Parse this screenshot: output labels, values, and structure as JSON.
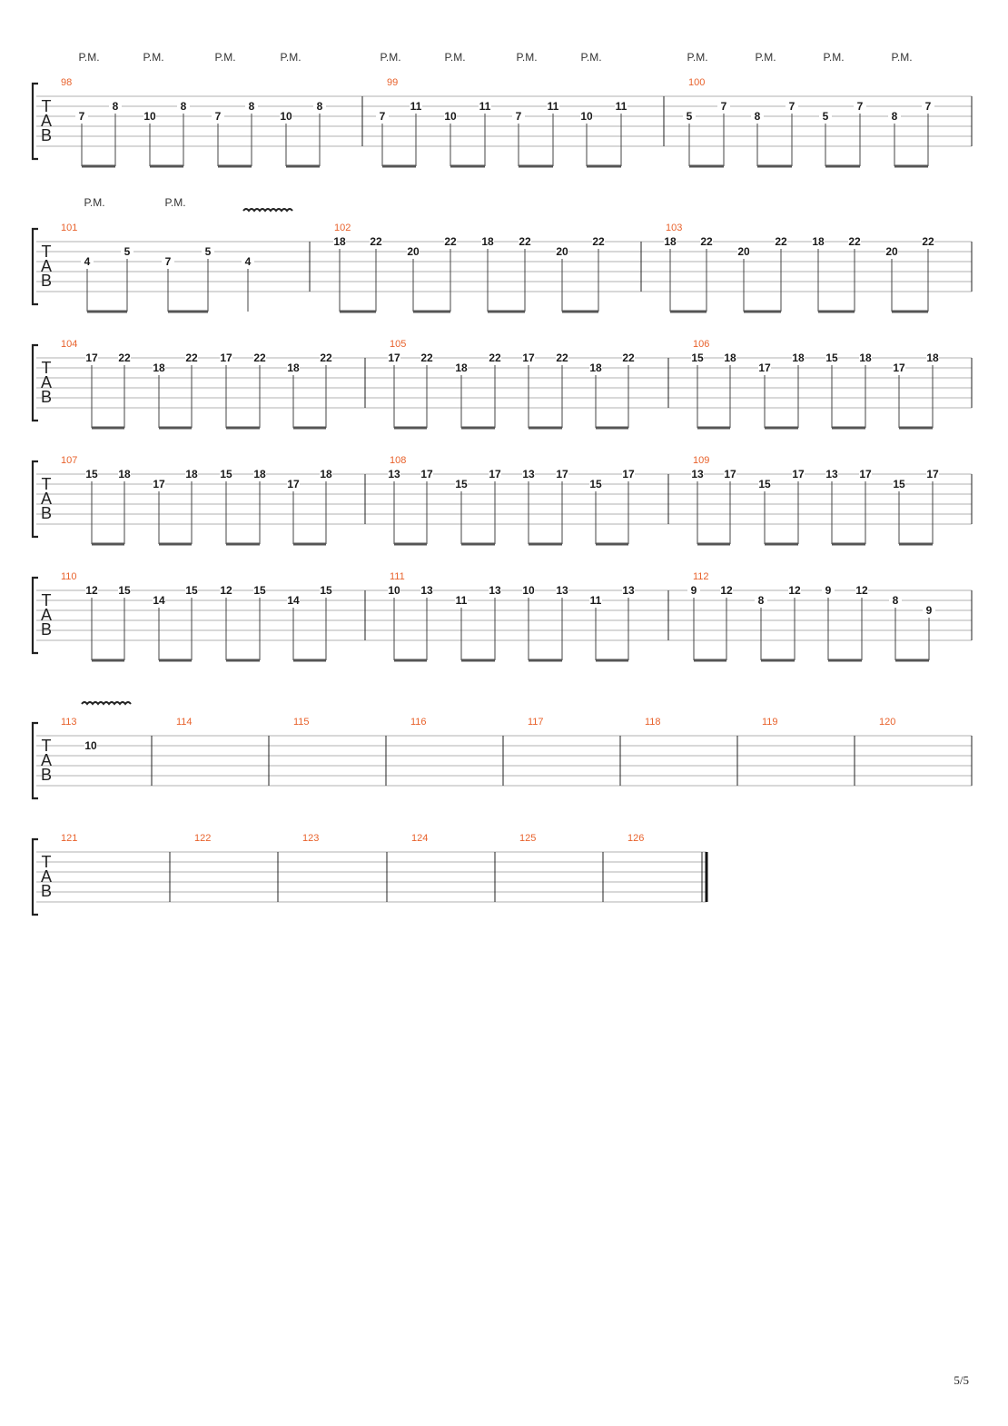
{
  "page": {
    "number": "5/5"
  },
  "colors": {
    "measure_number": "#e8622c",
    "ink": "#1a1a1a",
    "staff_line": "#b0b0b0",
    "beam": "#555555"
  },
  "tab_clef": [
    "T",
    "A",
    "B"
  ],
  "palm_mute_label": "P.M.",
  "systems": [
    {
      "palm_mutes": 12,
      "vibrato": false,
      "measures": [
        {
          "number": "98",
          "notes": [
            [
              "7",
              3
            ],
            [
              "8",
              2
            ],
            [
              "10",
              3
            ],
            [
              "8",
              2
            ],
            [
              "7",
              3
            ],
            [
              "8",
              2
            ],
            [
              "10",
              3
            ],
            [
              "8",
              2
            ]
          ]
        },
        {
          "number": "99",
          "notes": [
            [
              "7",
              3
            ],
            [
              "11",
              2
            ],
            [
              "10",
              3
            ],
            [
              "11",
              2
            ],
            [
              "7",
              3
            ],
            [
              "11",
              2
            ],
            [
              "10",
              3
            ],
            [
              "11",
              2
            ]
          ]
        },
        {
          "number": "100",
          "notes": [
            [
              "5",
              3
            ],
            [
              "7",
              2
            ],
            [
              "8",
              3
            ],
            [
              "7",
              2
            ],
            [
              "5",
              3
            ],
            [
              "7",
              2
            ],
            [
              "8",
              3
            ],
            [
              "7",
              2
            ]
          ]
        }
      ]
    },
    {
      "palm_mutes": 2,
      "vibrato": true,
      "measures": [
        {
          "number": "101",
          "notes": [
            [
              "4",
              3
            ],
            [
              "5",
              2
            ],
            [
              "7",
              3
            ],
            [
              "5",
              2
            ],
            [
              "4",
              3
            ]
          ]
        },
        {
          "number": "102",
          "notes": [
            [
              "18",
              1
            ],
            [
              "22",
              1
            ],
            [
              "20",
              2
            ],
            [
              "22",
              1
            ],
            [
              "18",
              1
            ],
            [
              "22",
              1
            ],
            [
              "20",
              2
            ],
            [
              "22",
              1
            ]
          ]
        },
        {
          "number": "103",
          "notes": [
            [
              "18",
              1
            ],
            [
              "22",
              1
            ],
            [
              "20",
              2
            ],
            [
              "22",
              1
            ],
            [
              "18",
              1
            ],
            [
              "22",
              1
            ],
            [
              "20",
              2
            ],
            [
              "22",
              1
            ]
          ]
        }
      ]
    },
    {
      "measures": [
        {
          "number": "104",
          "notes": [
            [
              "17",
              1
            ],
            [
              "22",
              1
            ],
            [
              "18",
              2
            ],
            [
              "22",
              1
            ],
            [
              "17",
              1
            ],
            [
              "22",
              1
            ],
            [
              "18",
              2
            ],
            [
              "22",
              1
            ]
          ]
        },
        {
          "number": "105",
          "notes": [
            [
              "17",
              1
            ],
            [
              "22",
              1
            ],
            [
              "18",
              2
            ],
            [
              "22",
              1
            ],
            [
              "17",
              1
            ],
            [
              "22",
              1
            ],
            [
              "18",
              2
            ],
            [
              "22",
              1
            ]
          ]
        },
        {
          "number": "106",
          "notes": [
            [
              "15",
              1
            ],
            [
              "18",
              1
            ],
            [
              "17",
              2
            ],
            [
              "18",
              1
            ],
            [
              "15",
              1
            ],
            [
              "18",
              1
            ],
            [
              "17",
              2
            ],
            [
              "18",
              1
            ]
          ]
        }
      ]
    },
    {
      "measures": [
        {
          "number": "107",
          "notes": [
            [
              "15",
              1
            ],
            [
              "18",
              1
            ],
            [
              "17",
              2
            ],
            [
              "18",
              1
            ],
            [
              "15",
              1
            ],
            [
              "18",
              1
            ],
            [
              "17",
              2
            ],
            [
              "18",
              1
            ]
          ]
        },
        {
          "number": "108",
          "notes": [
            [
              "13",
              1
            ],
            [
              "17",
              1
            ],
            [
              "15",
              2
            ],
            [
              "17",
              1
            ],
            [
              "13",
              1
            ],
            [
              "17",
              1
            ],
            [
              "15",
              2
            ],
            [
              "17",
              1
            ]
          ]
        },
        {
          "number": "109",
          "notes": [
            [
              "13",
              1
            ],
            [
              "17",
              1
            ],
            [
              "15",
              2
            ],
            [
              "17",
              1
            ],
            [
              "13",
              1
            ],
            [
              "17",
              1
            ],
            [
              "15",
              2
            ],
            [
              "17",
              1
            ]
          ]
        }
      ]
    },
    {
      "measures": [
        {
          "number": "110",
          "notes": [
            [
              "12",
              1
            ],
            [
              "15",
              1
            ],
            [
              "14",
              2
            ],
            [
              "15",
              1
            ],
            [
              "12",
              1
            ],
            [
              "15",
              1
            ],
            [
              "14",
              2
            ],
            [
              "15",
              1
            ]
          ]
        },
        {
          "number": "111",
          "notes": [
            [
              "10",
              1
            ],
            [
              "13",
              1
            ],
            [
              "11",
              2
            ],
            [
              "13",
              1
            ],
            [
              "10",
              1
            ],
            [
              "13",
              1
            ],
            [
              "11",
              2
            ],
            [
              "13",
              1
            ]
          ]
        },
        {
          "number": "112",
          "notes": [
            [
              "9",
              1
            ],
            [
              "12",
              1
            ],
            [
              "8",
              2
            ],
            [
              "12",
              1
            ],
            [
              "9",
              1
            ],
            [
              "12",
              1
            ],
            [
              "8",
              2
            ],
            [
              "9",
              3
            ]
          ]
        }
      ]
    },
    {
      "vibrato": true,
      "measures": [
        {
          "number": "113",
          "notes": [
            [
              "10",
              2
            ]
          ]
        },
        {
          "number": "114",
          "notes": []
        },
        {
          "number": "115",
          "notes": []
        },
        {
          "number": "116",
          "notes": []
        },
        {
          "number": "117",
          "notes": []
        },
        {
          "number": "118",
          "notes": []
        },
        {
          "number": "119",
          "notes": []
        },
        {
          "number": "120",
          "notes": []
        }
      ]
    },
    {
      "final": true,
      "measures": [
        {
          "number": "121",
          "notes": []
        },
        {
          "number": "122",
          "notes": []
        },
        {
          "number": "123",
          "notes": []
        },
        {
          "number": "124",
          "notes": []
        },
        {
          "number": "125",
          "notes": []
        },
        {
          "number": "126",
          "notes": []
        }
      ]
    }
  ]
}
